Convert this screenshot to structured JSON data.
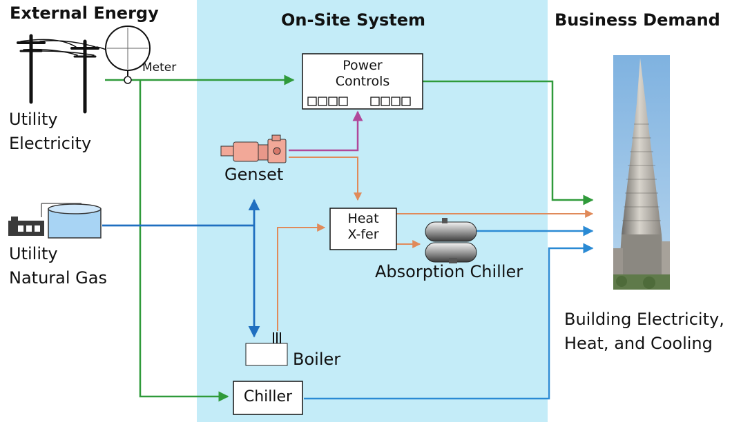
{
  "headers": {
    "external": "External Energy",
    "onsite": "On-Site System",
    "business": "Business Demand"
  },
  "labels": {
    "meter": "Meter",
    "utility_electricity": [
      "Utility",
      "Electricity"
    ],
    "utility_gas": [
      "Utility",
      "Natural Gas"
    ],
    "genset": "Genset",
    "boiler": "Boiler",
    "absorption_chiller": "Absorption Chiller",
    "building_demand": [
      "Building Electricity,",
      "Heat, and Cooling"
    ]
  },
  "boxes": {
    "power_controls": [
      "Power",
      "Controls"
    ],
    "heat_xfer": [
      "Heat",
      "X-fer"
    ],
    "chiller": "Chiller"
  },
  "colors": {
    "onsite_background": "#c4ecf8",
    "electricity_flow": "#2f9a3a",
    "gas_flow": "#1f6fc0",
    "heat_flow": "#e08a5a",
    "genset_power_flow": "#b0489a",
    "cooling_flow": "#2a8ad4",
    "genset_body": "#f2a898",
    "gas_tank": "#a8d4f4"
  },
  "icons": {
    "utility_poles": "power-pole-icon",
    "meter": "meter-icon",
    "gas_facility": "gas-storage-tank-icon",
    "genset": "genset-engine-icon",
    "absorption_chiller": "absorption-chiller-icon",
    "boiler": "boiler-icon",
    "building": "skyscraper-icon"
  }
}
